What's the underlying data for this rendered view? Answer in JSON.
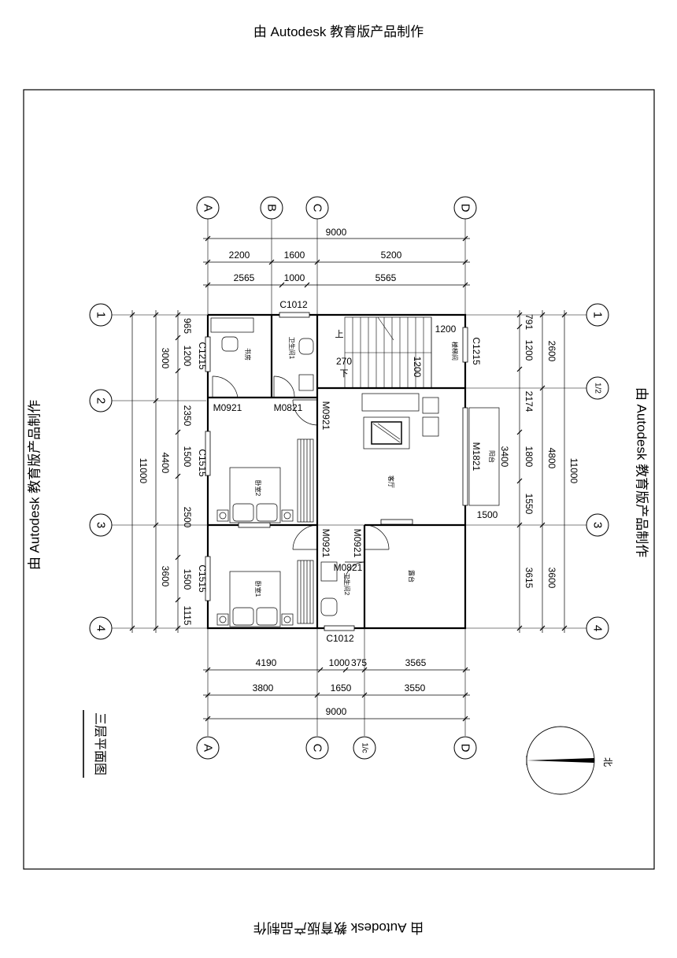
{
  "watermark": "由 Autodesk 教育版产品制作",
  "plan_title": "三层平面图",
  "north_label": "北",
  "axes": {
    "top": [
      "A",
      "B",
      "C",
      "D"
    ],
    "bottom": [
      "A",
      "C",
      "1/c",
      "D"
    ],
    "left": [
      "1",
      "2",
      "3",
      "4"
    ],
    "right": [
      "1",
      "1/2",
      "3",
      "4"
    ]
  },
  "dims": {
    "top_total": "9000",
    "top_row1": [
      "2200",
      "1600",
      "5200"
    ],
    "top_row2": [
      "2565",
      "1000",
      "5565"
    ],
    "bottom_row1": [
      "4190",
      "1000",
      "375",
      "3565"
    ],
    "bottom_row2": [
      "3800",
      "1650",
      "3550"
    ],
    "bottom_total": "9000",
    "left_total": "11000",
    "left_row1": [
      "3000",
      "2350",
      "2500",
      "3600"
    ],
    "left_row1_mid": "4400",
    "left_row2": [
      "965",
      "1200",
      "1500",
      "1500",
      "1115"
    ],
    "right_row1": [
      "791",
      "1200",
      "2174",
      "1800",
      "1550",
      "3615"
    ],
    "right_row2": [
      "2600",
      "4800",
      "3600"
    ],
    "right_total": "11000",
    "inner": [
      "1200",
      "270",
      "1200",
      "3400",
      "1500"
    ]
  },
  "tags": {
    "c1012_top": "C1012",
    "c1012_bottom": "C1012",
    "c1215_left": "C1215",
    "c1215_right": "C1215",
    "c1515_a": "C1515",
    "c1515_b": "C1515",
    "m0921_a": "M0921",
    "m0821_a": "M0821",
    "m0921_b": "M0921",
    "m0921_c": "M0921",
    "m0921_d": "M0921",
    "m0821_b": "M0821",
    "m1821": "M1821"
  },
  "rooms": {
    "study": "书房",
    "bath1": "卫生间1",
    "bath2": "卫生间2",
    "bed2": "卧室2",
    "bed1": "卧室1",
    "living": "客厅",
    "balcony": "阳台",
    "terrace": "露台",
    "stair": "楼梯间",
    "up": "上",
    "down": "下"
  }
}
